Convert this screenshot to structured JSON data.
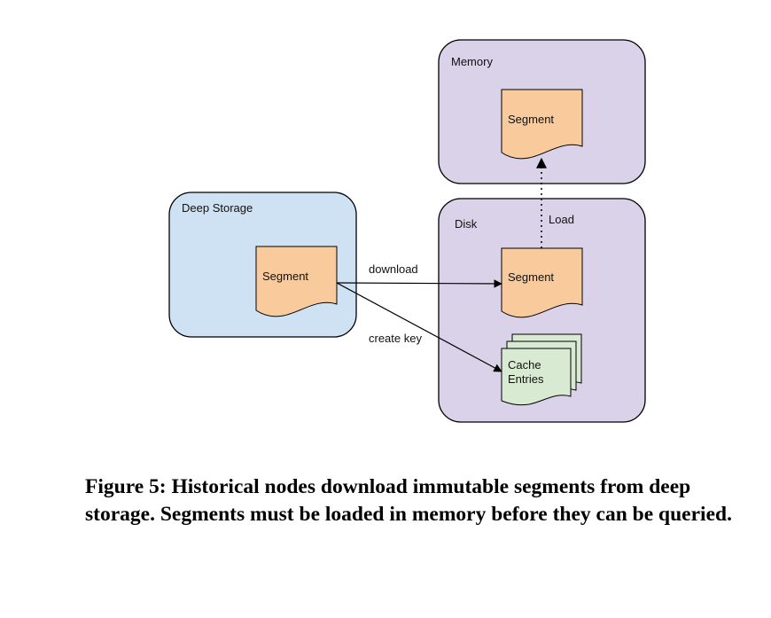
{
  "containers": {
    "deep_storage": {
      "label": "Deep Storage",
      "fill": "#cfe2f3",
      "stroke": "#000000"
    },
    "memory": {
      "label": "Memory",
      "fill": "#d9d2e9",
      "stroke": "#000000"
    },
    "disk": {
      "label": "Disk",
      "fill": "#d9d2e9",
      "stroke": "#000000"
    }
  },
  "nodes": {
    "deep_storage_segment": {
      "label": "Segment",
      "fill": "#f9cb9c"
    },
    "memory_segment": {
      "label": "Segment",
      "fill": "#f9cb9c"
    },
    "disk_segment": {
      "label": "Segment",
      "fill": "#f9cb9c"
    },
    "cache_entries": {
      "label_line1": "Cache",
      "label_line2": "Entries",
      "fill": "#d9ead3"
    }
  },
  "edges": {
    "download": {
      "label": "download"
    },
    "create_key": {
      "label": "create key"
    },
    "load": {
      "label": "Load"
    }
  },
  "caption": {
    "text": "Figure 5: Historical nodes download immutable segments from deep storage. Segments must be loaded in memory before they can be queried."
  }
}
